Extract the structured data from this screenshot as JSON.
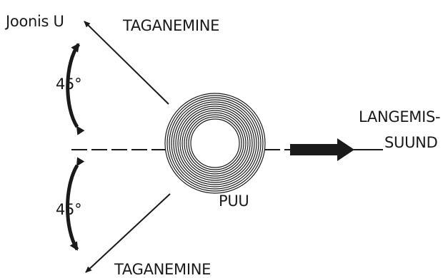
{
  "figure": {
    "cut_title": "(",
    "title": "Joonis U",
    "retreat_top": "TAGANEMINE",
    "retreat_bottom": "TAGANEMINE",
    "angle_top": "45°",
    "angle_bottom": "45°",
    "fall_direction_line1": "LANGEMIS-",
    "fall_direction_line2": "SUUND",
    "tree_label": "PUU"
  },
  "colors": {
    "ink": "#1a1a1a",
    "background": "#ffffff"
  },
  "icons": {
    "tree_rings": "tree-rings-icon",
    "fall_arrow": "fall-direction-arrow-icon",
    "retreat_arrow": "retreat-arrow-icon",
    "angle_arc": "angle-arc-icon"
  }
}
